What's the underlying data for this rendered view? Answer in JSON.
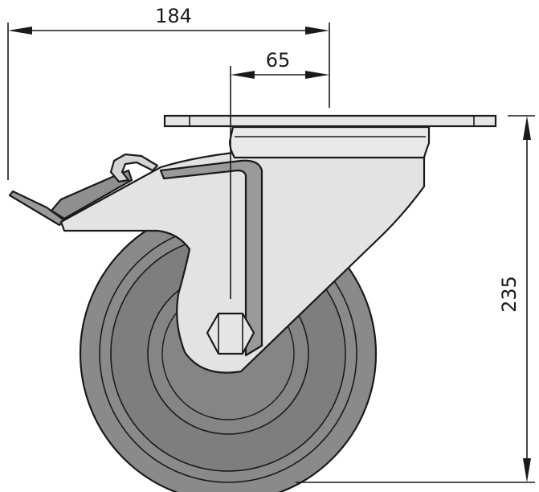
{
  "dimensions": {
    "overall_width": "184",
    "offset": "65",
    "overall_height": "235"
  },
  "colors": {
    "metal": "#e6e6e6",
    "metal_dark": "#9a9a9a",
    "tyre": "#8a8a8a",
    "tyre_inner": "#7a7a7a",
    "line": "#1a1a1a"
  }
}
